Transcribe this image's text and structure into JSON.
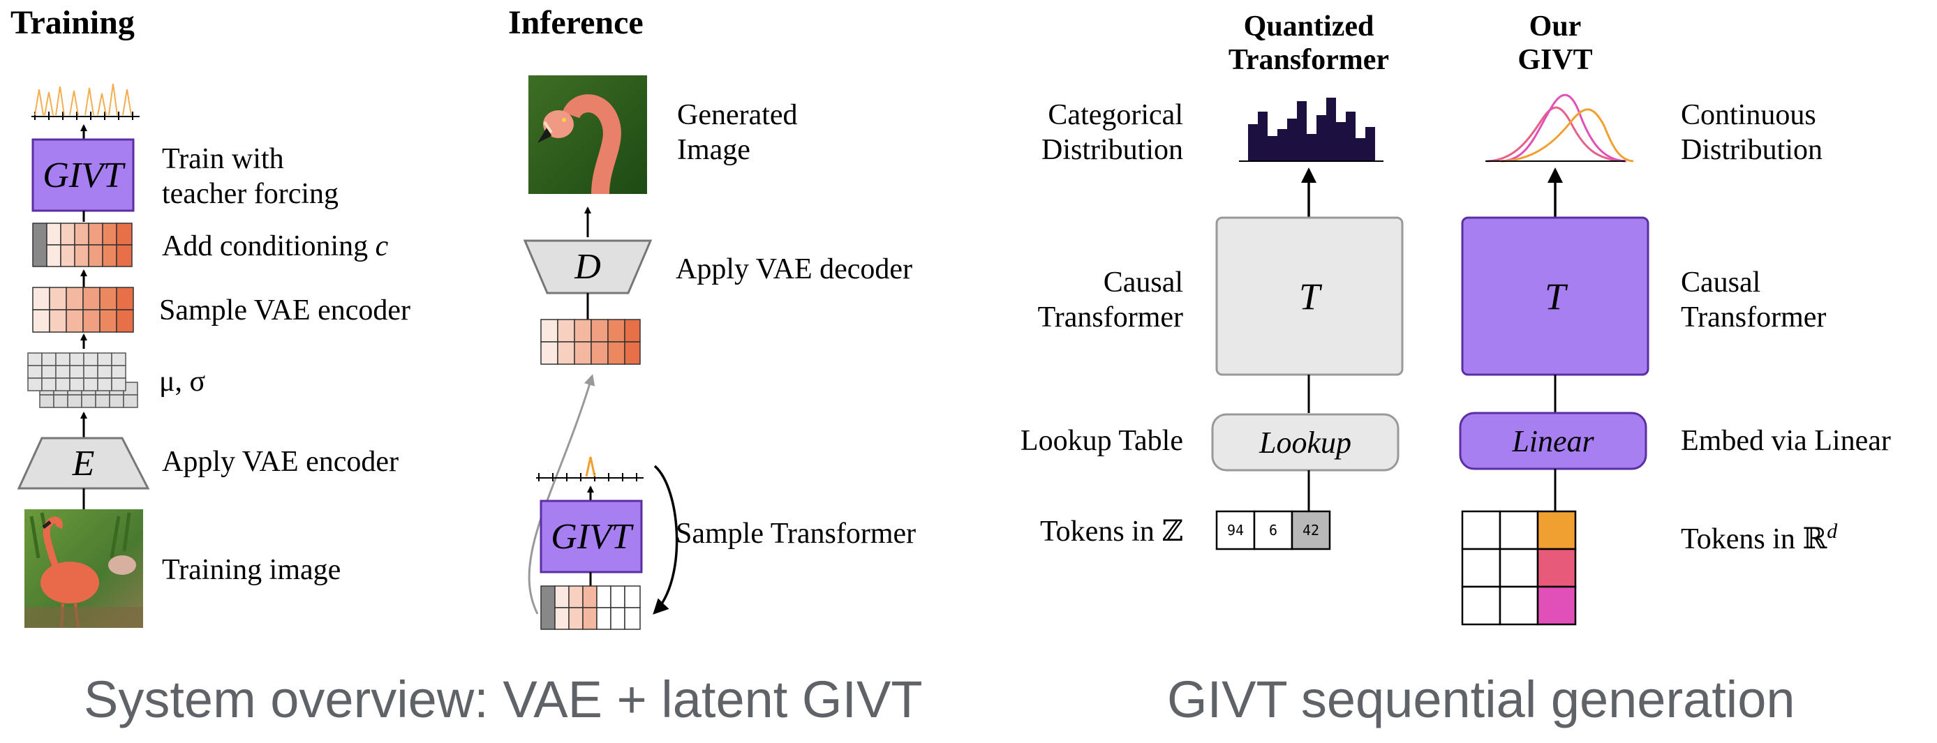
{
  "training": {
    "title": "Training",
    "step_train_line1": "Train with",
    "step_train_line2": "teacher forcing",
    "step_cond": "Add conditioning",
    "step_cond_var": "c",
    "step_sample": "Sample VAE encoder",
    "step_musigma": "μ, σ",
    "step_encode": "Apply VAE encoder",
    "step_image": "Training image",
    "model_label": "GIVT",
    "encoder_label": "E"
  },
  "inference": {
    "title": "Inference",
    "generated_line1": "Generated",
    "generated_line2": "Image",
    "apply_decoder": "Apply VAE decoder",
    "sample_transformer": "Sample Transformer",
    "model_label": "GIVT",
    "decoder_label": "D"
  },
  "quantized": {
    "title_line1": "Quantized",
    "title_line2": "Transformer",
    "dist_line1": "Categorical",
    "dist_line2": "Distribution",
    "transformer_line1": "Causal",
    "transformer_line2": "Transformer",
    "lookup_label": "Lookup Table",
    "lookup_box": "Lookup",
    "tokens_label": "Tokens in ℤ",
    "transformer_box": "T",
    "tokens": [
      "94",
      "6",
      "42"
    ]
  },
  "givt": {
    "title_line1": "Our",
    "title_line2": "GIVT",
    "dist_line1": "Continuous",
    "dist_line2": "Distribution",
    "transformer_line1": "Causal",
    "transformer_line2": "Transformer",
    "embed_label": "Embed via Linear",
    "linear_box": "Linear",
    "tokens_label": "Tokens in ℝ",
    "tokens_sup": "d",
    "transformer_box": "T"
  },
  "captions": {
    "left": "System overview: VAE + latent GIVT",
    "right": "GIVT sequential generation"
  },
  "colors": {
    "givt_purple": "#a87ff0",
    "givt_border": "#5b2fa3",
    "orange": "#f0a030",
    "pink": "#e85a7a",
    "magenta": "#e050b8",
    "dark_bar": "#1c1040",
    "gray_box": "#e8e8e8",
    "caption_gray": "#5f6368"
  }
}
